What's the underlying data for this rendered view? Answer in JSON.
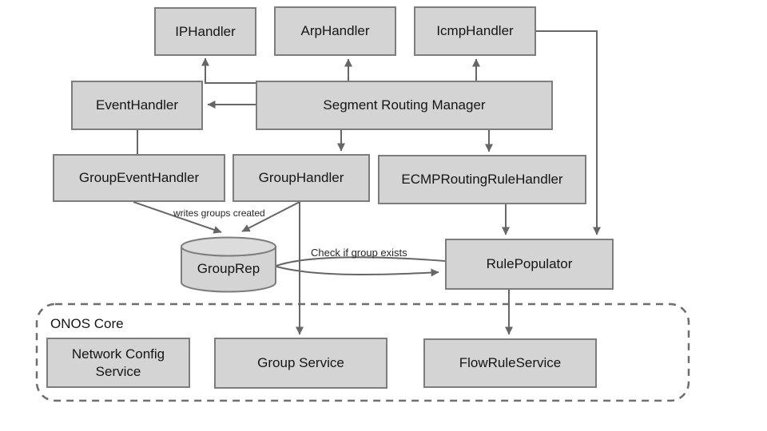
{
  "diagram": {
    "nodes": {
      "ip_handler": {
        "label": "IPHandler"
      },
      "arp_handler": {
        "label": "ArpHandler"
      },
      "icmp_handler": {
        "label": "IcmpHandler"
      },
      "event_handler": {
        "label": "EventHandler"
      },
      "segment_routing_manager": {
        "label": "Segment Routing Manager"
      },
      "group_event_handler": {
        "label": "GroupEventHandler"
      },
      "group_handler": {
        "label": "GroupHandler"
      },
      "ecmp_routing_rule_handler": {
        "label": "ECMPRoutingRuleHandler"
      },
      "group_rep": {
        "label": "GroupRep"
      },
      "rule_populator": {
        "label": "RulePopulator"
      },
      "network_config_service": {
        "label": "Network Config Service"
      },
      "group_service": {
        "label": "Group Service"
      },
      "flow_rule_service": {
        "label": "FlowRuleService"
      }
    },
    "container": {
      "label": "ONOS Core"
    },
    "edge_labels": {
      "writes_groups_created": "writes groups created",
      "check_if_group_exists": "Check if group exists"
    },
    "colors": {
      "node_fill": "#d4d4d4",
      "node_border": "#7d7d7d",
      "connector": "#666666",
      "container_dash": "#6e6e6e",
      "text": "#151515",
      "background": "#ffffff"
    }
  }
}
